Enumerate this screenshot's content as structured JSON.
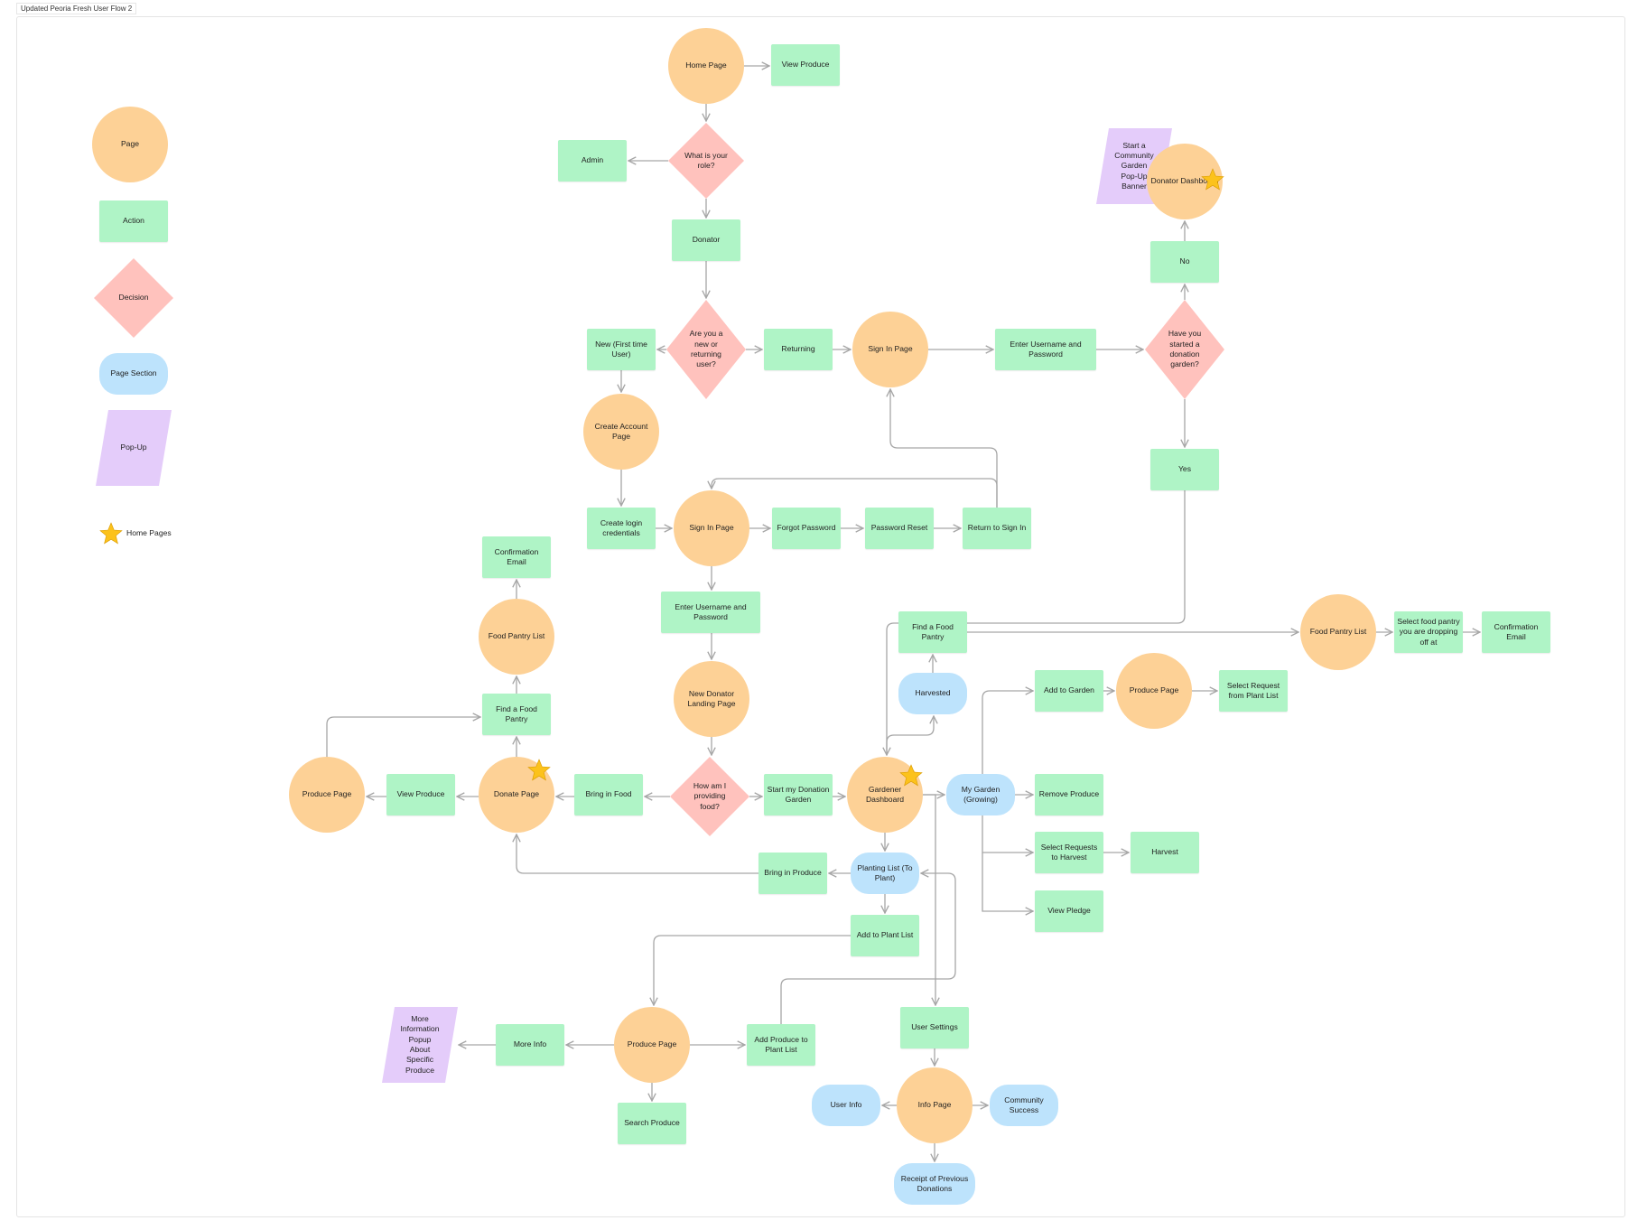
{
  "frame": {
    "title": "Updated Peoria Fresh User Flow 2"
  },
  "colors": {
    "page": "#fdd196",
    "action": "#aff4c6",
    "decision": "#ffc2bd",
    "section": "#bde3fc",
    "popup": "#e4ccfa",
    "star": "#fcc21b",
    "connector": "#a6a6a6"
  },
  "legend": {
    "page": "Page",
    "action": "Action",
    "decision": "Decision",
    "section": "Page Section",
    "popup": "Pop-Up",
    "home": "Home Pages",
    "star_icon": "star-icon"
  },
  "nodes": {
    "home_page": "Home Page",
    "view_produce_top": "View Produce",
    "role_decision": "What is your role?",
    "admin": "Admin",
    "donator": "Donator",
    "new_returning_decision": "Are you a new or returning user?",
    "new_user": "New (First time User)",
    "returning": "Returning",
    "sign_in_top": "Sign In Page",
    "enter_credentials_top": "Enter Username and Password",
    "started_garden_decision": "Have you started a donation garden?",
    "no": "No",
    "yes": "Yes",
    "donator_dashboard": "Donator Dashboard",
    "community_popup": "Start a Community Garden Pop-Up Banner",
    "create_account_page": "Create Account Page",
    "create_login": "Create login credentials",
    "sign_in_mid": "Sign In Page",
    "forgot_password": "Forgot Password",
    "password_reset": "Password Reset",
    "return_sign_in": "Return to Sign In",
    "enter_credentials_mid": "Enter Username and Password",
    "new_donator_landing": "New Donator Landing Page",
    "providing_decision": "How am I providing food?",
    "bring_food": "Bring in Food",
    "start_garden": "Start my Donation Garden",
    "gardener_dashboard": "Gardener Dashboard",
    "donate_page": "Donate Page",
    "view_produce_left": "View Produce",
    "produce_page_left": "Produce Page",
    "find_pantry_left": "Find a Food Pantry",
    "food_pantry_list_left": "Food Pantry List",
    "confirmation_email_left": "Confirmation Email",
    "find_pantry_mid": "Find a Food Pantry",
    "harvested": "Harvested",
    "food_pantry_list_right": "Food Pantry List",
    "select_pantry": "Select food pantry you are dropping off at",
    "confirmation_email_right": "Confirmation Email",
    "my_garden": "My Garden (Growing)",
    "add_to_garden": "Add to Garden",
    "produce_page_right": "Produce Page",
    "select_request_plant": "Select Request from Plant List",
    "remove_produce": "Remove Produce",
    "select_requests_harvest": "Select Requests to Harvest",
    "harvest": "Harvest",
    "view_pledge": "View Pledge",
    "planting_list": "Planting List (To Plant)",
    "bring_produce": "Bring in Produce",
    "add_plant_list": "Add to Plant List",
    "produce_page_bottom": "Produce Page",
    "more_info": "More Info",
    "more_info_popup": "More Information Popup About Specific Produce",
    "add_produce_plant_list": "Add Produce to Plant List",
    "search_produce": "Search Produce",
    "user_settings": "User Settings",
    "info_page": "Info Page",
    "user_info": "User Info",
    "community_success": "Community Success",
    "receipt": "Receipt of Previous Donations"
  }
}
